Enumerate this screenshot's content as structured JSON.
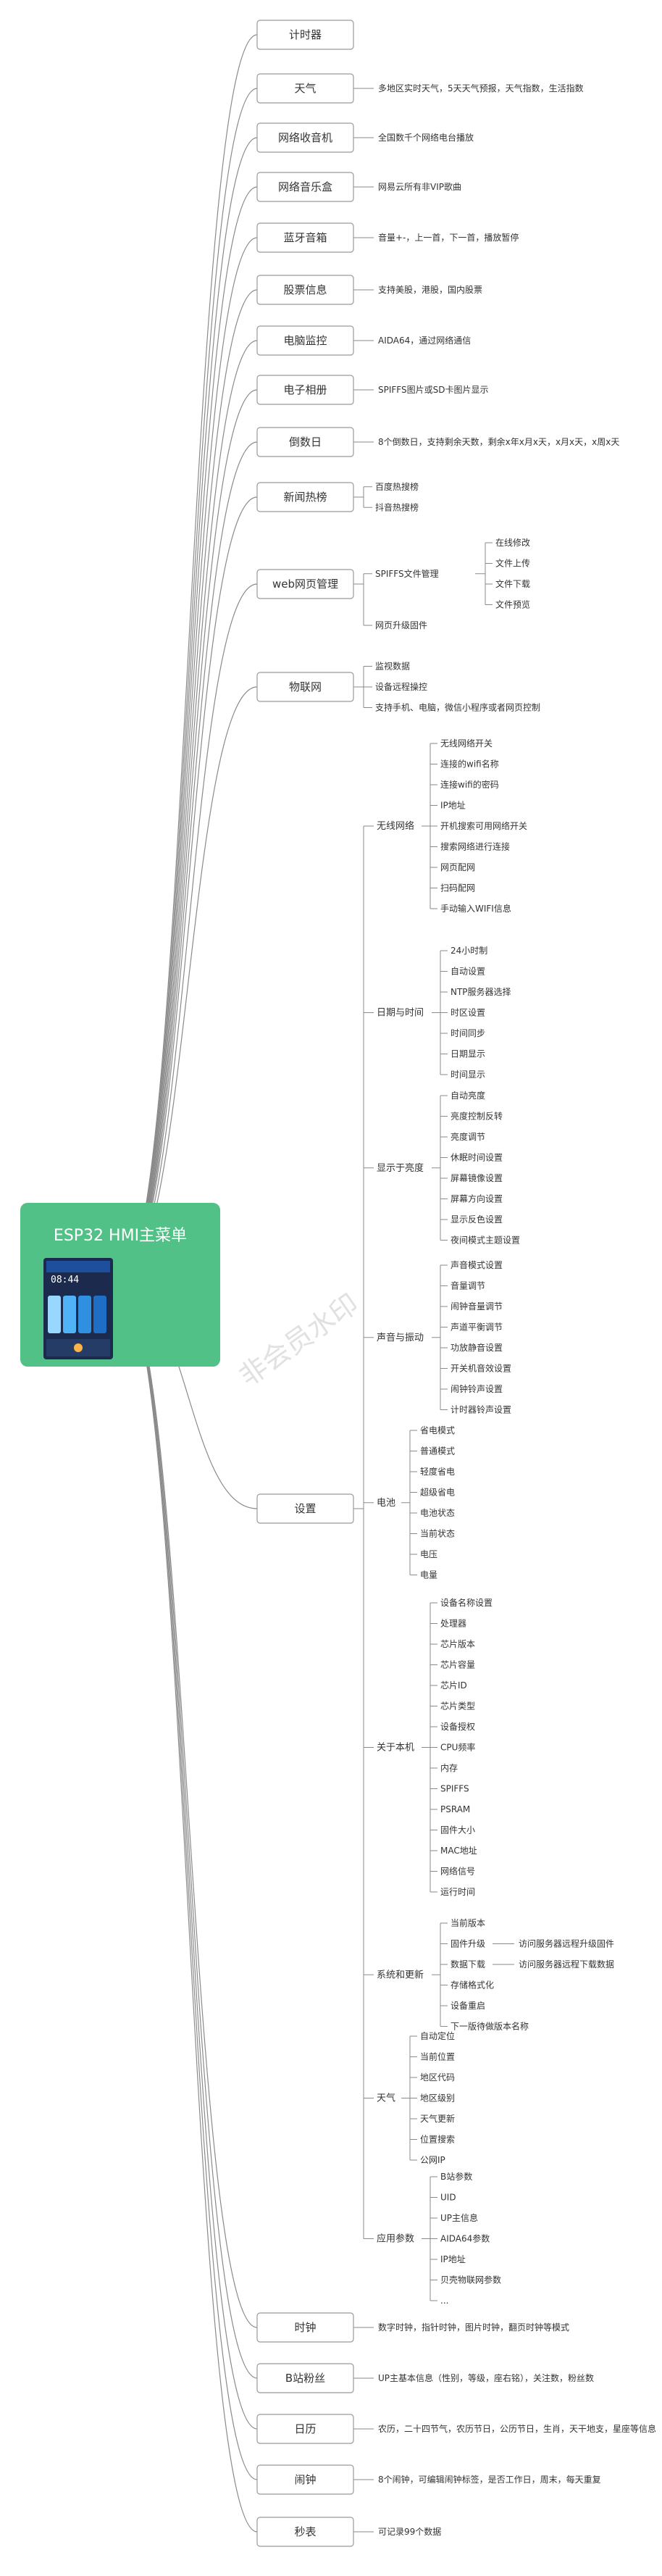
{
  "root": {
    "title": "ESP32 HMI主菜单",
    "color": "#52c187"
  },
  "screen": {
    "time": "08:44",
    "tiles": [
      "#9ad7ff",
      "#4fb3f6",
      "#2f8fe0",
      "#1e6fc4"
    ]
  },
  "watermark": "非会员水印",
  "branches": [
    {
      "label": "计时器",
      "items": []
    },
    {
      "label": "天气",
      "items": [
        {
          "text": "多地区实时天气，5天天气预报，天气指数，生活指数"
        }
      ]
    },
    {
      "label": "网络收音机",
      "items": [
        {
          "text": "全国数千个网络电台播放"
        }
      ]
    },
    {
      "label": "网络音乐盒",
      "items": [
        {
          "text": "网易云所有非VIP歌曲"
        }
      ]
    },
    {
      "label": "蓝牙音箱",
      "items": [
        {
          "text": "音量+-，上一首，下一首，播放暂停"
        }
      ]
    },
    {
      "label": "股票信息",
      "items": [
        {
          "text": "支持美股，港股，国内股票"
        }
      ]
    },
    {
      "label": "电脑监控",
      "items": [
        {
          "text": "AIDA64，通过网络通信"
        }
      ]
    },
    {
      "label": "电子相册",
      "items": [
        {
          "text": "SPIFFS图片或SD卡图片显示"
        }
      ]
    },
    {
      "label": "倒数日",
      "items": [
        {
          "text": "8个倒数日，支持剩余天数，剩余x年x月x天，x月x天，x周x天"
        }
      ]
    },
    {
      "label": "新闻热榜",
      "items": [
        {
          "text": "百度热搜榜"
        },
        {
          "text": "抖音热搜榜"
        }
      ]
    },
    {
      "label": "web网页管理",
      "items": [
        {
          "text": "SPIFFS文件管理",
          "items": [
            {
              "text": "在线修改"
            },
            {
              "text": "文件上传"
            },
            {
              "text": "文件下载"
            },
            {
              "text": "文件预览"
            }
          ]
        },
        {
          "text": "网页升级固件"
        }
      ]
    },
    {
      "label": "物联网",
      "items": [
        {
          "text": "监视数据"
        },
        {
          "text": "设备远程操控"
        },
        {
          "text": "支持手机、电脑，微信小程序或者网页控制"
        }
      ]
    },
    {
      "label": "设置",
      "items": [
        {
          "text": "无线网络",
          "items": [
            {
              "text": "无线网络开关"
            },
            {
              "text": "连接的wifi名称"
            },
            {
              "text": "连接wifi的密码"
            },
            {
              "text": "IP地址"
            },
            {
              "text": "开机搜索可用网络开关"
            },
            {
              "text": "搜索网络进行连接"
            },
            {
              "text": "网页配网"
            },
            {
              "text": "扫码配网"
            },
            {
              "text": "手动输入WIFI信息"
            }
          ]
        },
        {
          "text": "日期与时间",
          "items": [
            {
              "text": "24小时制"
            },
            {
              "text": "自动设置"
            },
            {
              "text": "NTP服务器选择"
            },
            {
              "text": "时区设置"
            },
            {
              "text": "时间同步"
            },
            {
              "text": "日期显示"
            },
            {
              "text": "时间显示"
            }
          ]
        },
        {
          "text": "显示于亮度",
          "items": [
            {
              "text": "自动亮度"
            },
            {
              "text": "亮度控制反转"
            },
            {
              "text": "亮度调节"
            },
            {
              "text": "休眠时间设置"
            },
            {
              "text": "屏幕镜像设置"
            },
            {
              "text": "屏幕方向设置"
            },
            {
              "text": "显示反色设置"
            },
            {
              "text": "夜间模式主题设置"
            }
          ]
        },
        {
          "text": "声音与振动",
          "items": [
            {
              "text": "声音模式设置"
            },
            {
              "text": "音量调节"
            },
            {
              "text": "闹钟音量调节"
            },
            {
              "text": "声道平衡调节"
            },
            {
              "text": "功放静音设置"
            },
            {
              "text": "开关机音效设置"
            },
            {
              "text": "闹钟铃声设置"
            },
            {
              "text": "计时器铃声设置"
            }
          ]
        },
        {
          "text": "电池",
          "items": [
            {
              "text": "省电模式"
            },
            {
              "text": "普通模式"
            },
            {
              "text": "轻度省电"
            },
            {
              "text": "超级省电"
            },
            {
              "text": "电池状态"
            },
            {
              "text": "当前状态"
            },
            {
              "text": "电压"
            },
            {
              "text": "电量"
            }
          ]
        },
        {
          "text": "关于本机",
          "items": [
            {
              "text": "设备名称设置"
            },
            {
              "text": "处理器"
            },
            {
              "text": "芯片版本"
            },
            {
              "text": "芯片容量"
            },
            {
              "text": "芯片ID"
            },
            {
              "text": "芯片类型"
            },
            {
              "text": "设备授权"
            },
            {
              "text": "CPU频率"
            },
            {
              "text": "内存"
            },
            {
              "text": "SPIFFS"
            },
            {
              "text": "PSRAM"
            },
            {
              "text": "固件大小"
            },
            {
              "text": "MAC地址"
            },
            {
              "text": "网络信号"
            },
            {
              "text": "运行时间"
            }
          ]
        },
        {
          "text": "系统和更新",
          "items": [
            {
              "text": "当前版本"
            },
            {
              "text": "固件升级",
              "items": [
                {
                  "text": "访问服务器远程升级固件"
                }
              ]
            },
            {
              "text": "数据下载",
              "items": [
                {
                  "text": "访问服务器远程下载数据"
                }
              ]
            },
            {
              "text": "存储格式化"
            },
            {
              "text": "设备重启"
            },
            {
              "text": "下一版待做版本名称"
            }
          ]
        },
        {
          "text": "天气",
          "items": [
            {
              "text": "自动定位"
            },
            {
              "text": "当前位置"
            },
            {
              "text": "地区代码"
            },
            {
              "text": "地区级别"
            },
            {
              "text": "天气更新"
            },
            {
              "text": "位置搜索"
            },
            {
              "text": "公网IP"
            }
          ]
        },
        {
          "text": "应用参数",
          "items": [
            {
              "text": "B站参数"
            },
            {
              "text": "UID"
            },
            {
              "text": "UP主信息"
            },
            {
              "text": "AIDA64参数"
            },
            {
              "text": "IP地址"
            },
            {
              "text": "贝壳物联网参数"
            },
            {
              "text": "..."
            }
          ]
        }
      ]
    },
    {
      "label": "时钟",
      "items": [
        {
          "text": "数字时钟，指针时钟，图片时钟，翻页时钟等模式"
        }
      ]
    },
    {
      "label": "B站粉丝",
      "items": [
        {
          "text": "UP主基本信息（性别，等级，座右铭），关注数，粉丝数"
        }
      ]
    },
    {
      "label": "日历",
      "items": [
        {
          "text": "农历，二十四节气，农历节日，公历节日，生肖，天干地支，星座等信息"
        }
      ]
    },
    {
      "label": "闹钟",
      "items": [
        {
          "text": "8个闹钟，可编辑闹钟标签，是否工作日，周末，每天重复"
        }
      ]
    },
    {
      "label": "秒表",
      "items": [
        {
          "text": "可记录99个数据"
        }
      ]
    }
  ]
}
